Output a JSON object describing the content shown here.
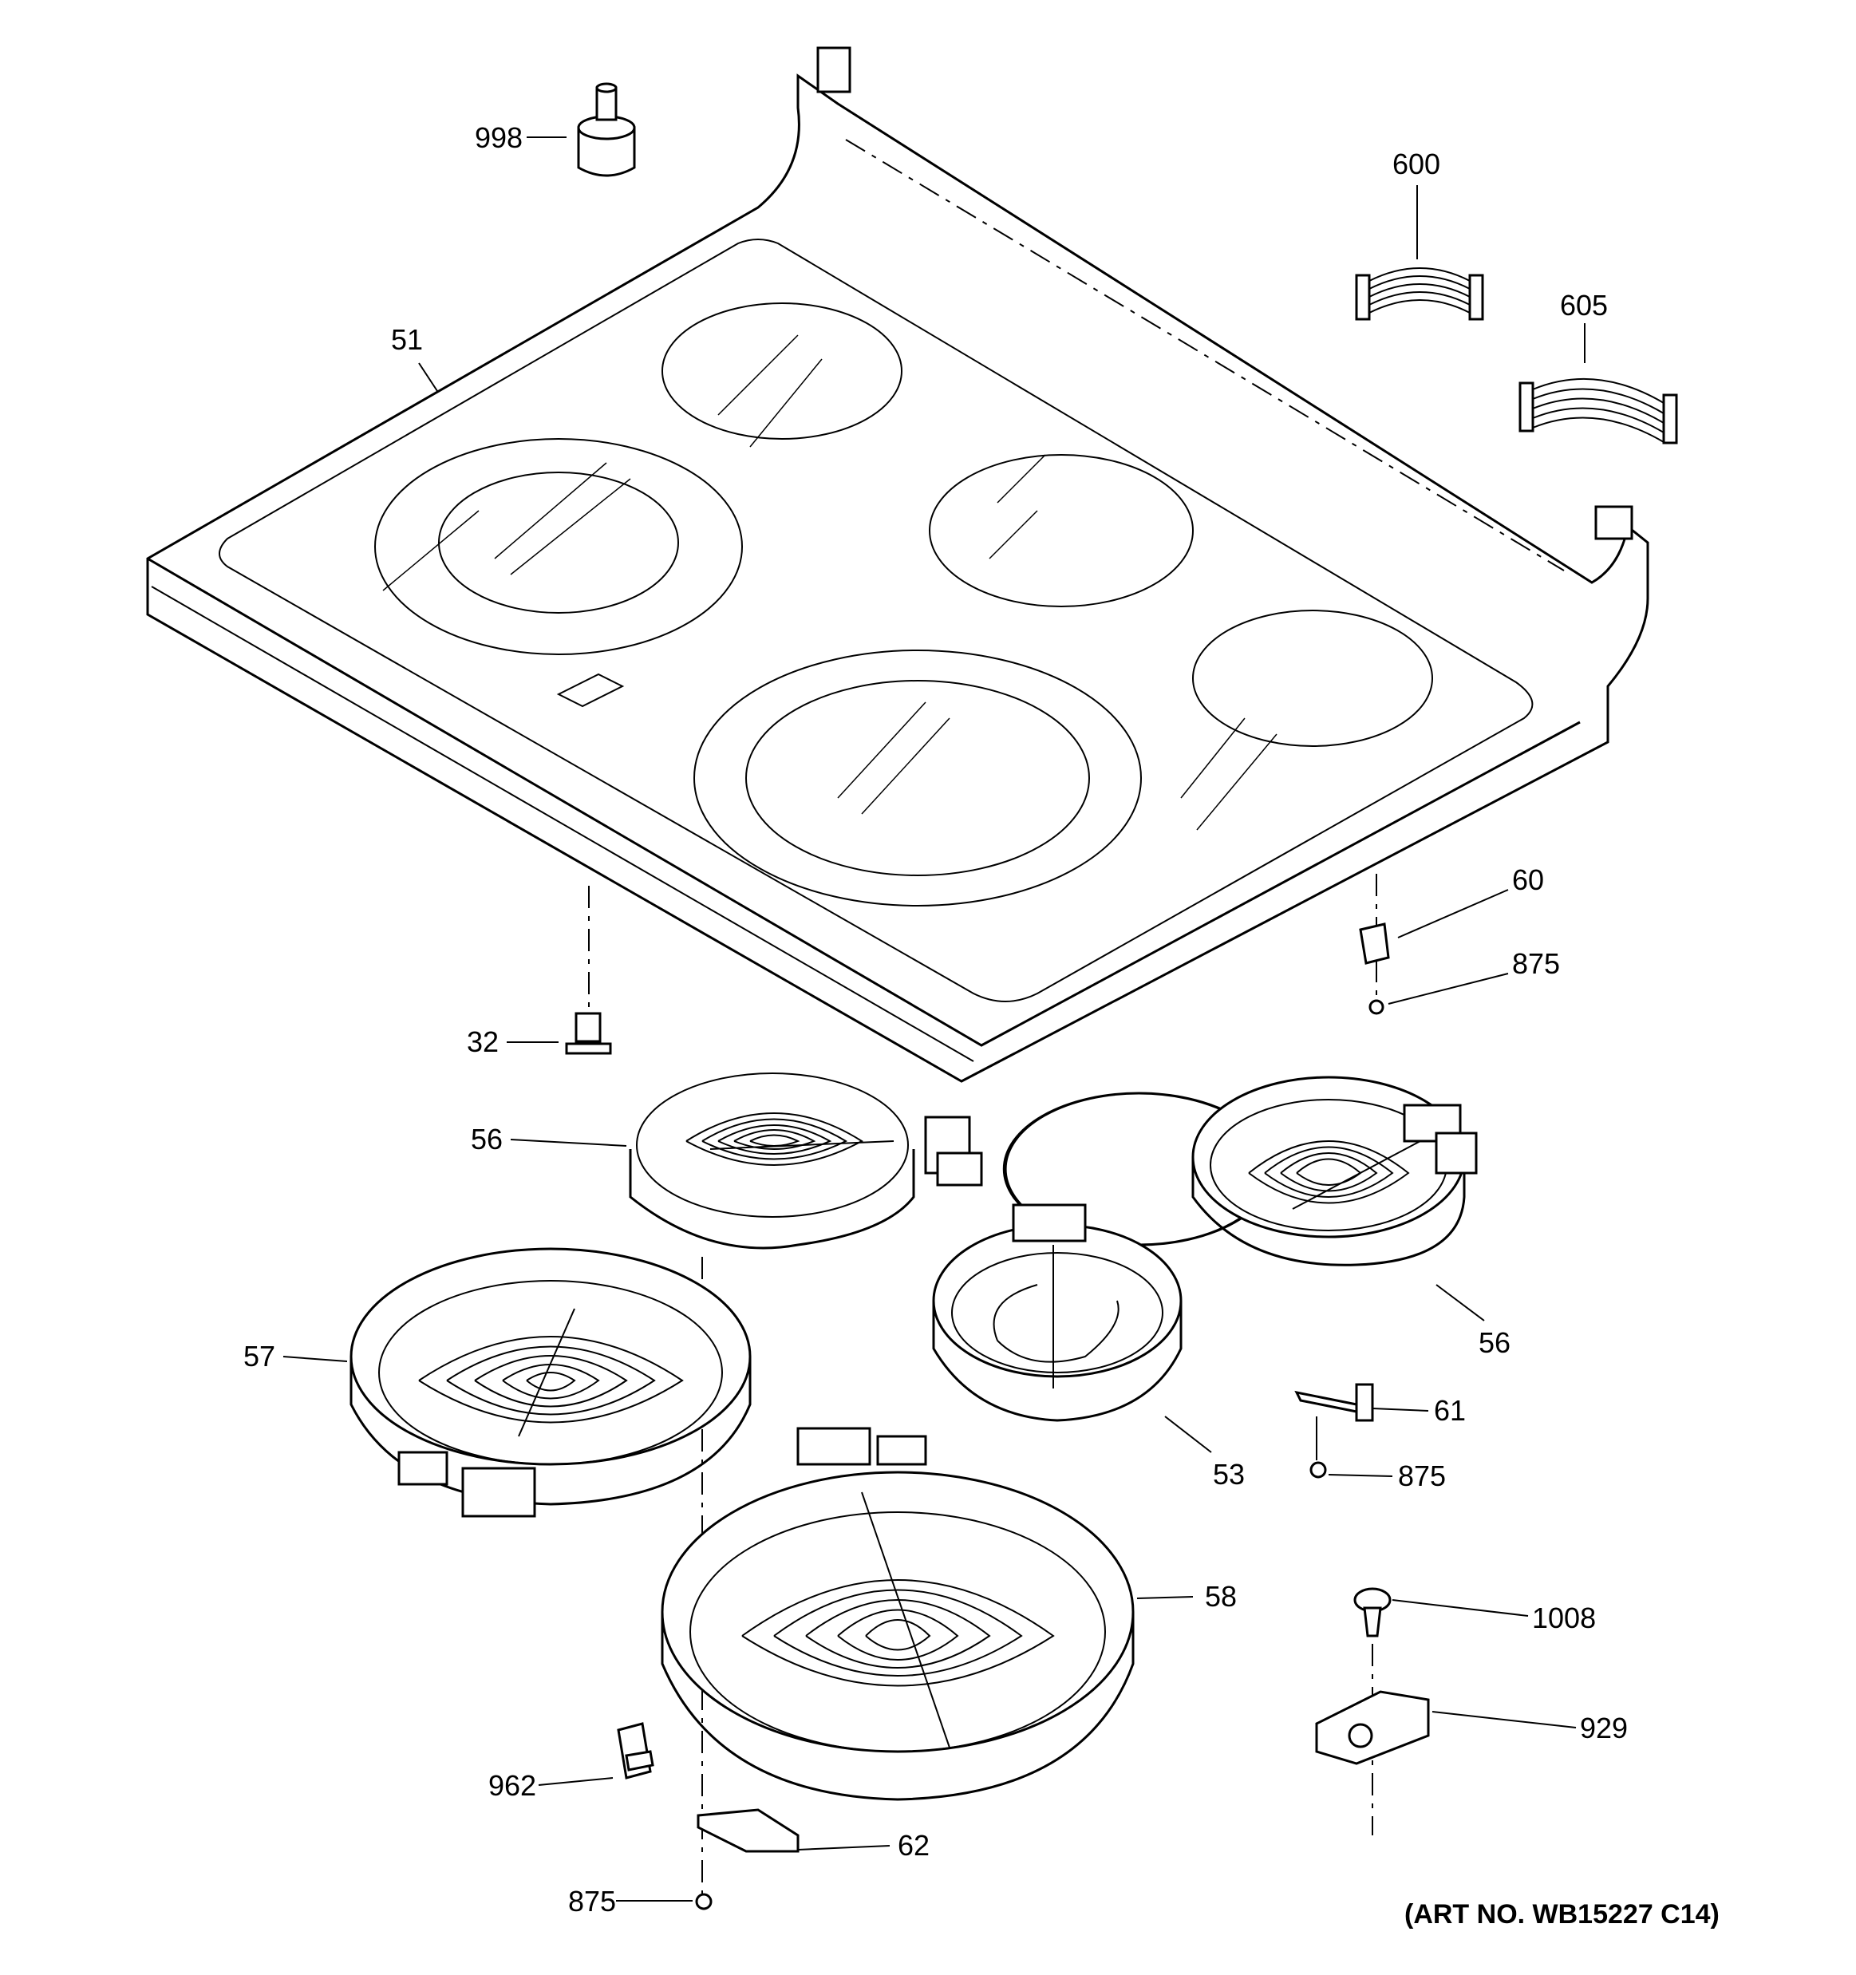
{
  "callouts": {
    "c998": "998",
    "c600": "600",
    "c605": "605",
    "c51": "51",
    "c60": "60",
    "c875a": "875",
    "c32": "32",
    "c56a": "56",
    "c56b": "56",
    "c57": "57",
    "c53": "53",
    "c61": "61",
    "c875b": "875",
    "c58": "58",
    "c1008": "1008",
    "c929": "929",
    "c962": "962",
    "c62": "62",
    "c875c": "875"
  },
  "art_number": "(ART NO. WB15227 C14)"
}
